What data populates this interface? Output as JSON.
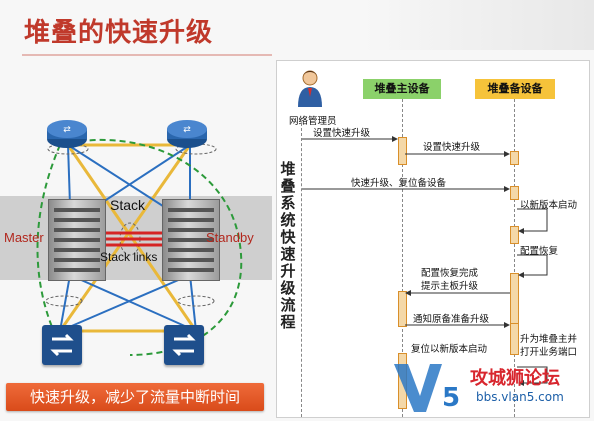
{
  "slide": {
    "title": "堆叠的快速升级",
    "callout": "快速升级，减少了流量中断时间"
  },
  "left_diagram": {
    "stack_label": "Stack",
    "stack_links_label": "Stack links",
    "master_label": "Master",
    "standby_label": "Standby"
  },
  "sequence": {
    "actor_label": "网络管理员",
    "role_master": "堆叠主设备",
    "role_standby": "堆叠备设备",
    "vertical_title": "堆叠系统快速升级流程",
    "messages": [
      "设置快速升级",
      "设置快速升级",
      "快速升级、复位备设备",
      "以新版本启动",
      "配置恢复",
      "配置恢复完成",
      "提示主板升级",
      "通知原备准备升级",
      "升为堆叠主并",
      "打开业务端口",
      "复位以新版本启动"
    ]
  },
  "watermark": {
    "brand": "攻城狮论坛",
    "url": "bbs.vlan5.com"
  }
}
